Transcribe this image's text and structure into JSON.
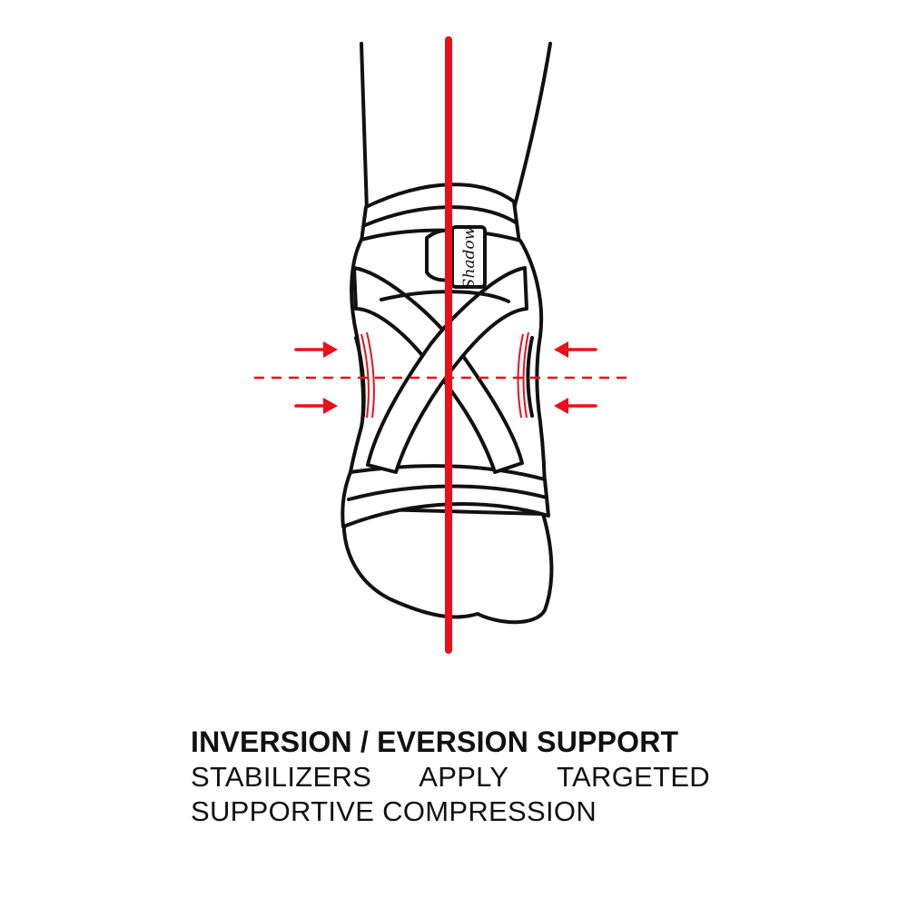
{
  "brand": {
    "logo_text": "Shadow"
  },
  "caption": {
    "title": "INVERSION / EVERSION SUPPORT",
    "body": "STABILIZERS APPLY TARGETED SUPPORTIVE COMPRESSION"
  },
  "colors": {
    "outline": "#111111",
    "accent": "#e8101a",
    "background": "#ffffff"
  },
  "icons": [
    "leg-outline-icon",
    "ankle-brace-icon",
    "compression-arrow-icon",
    "axis-line-icon"
  ]
}
